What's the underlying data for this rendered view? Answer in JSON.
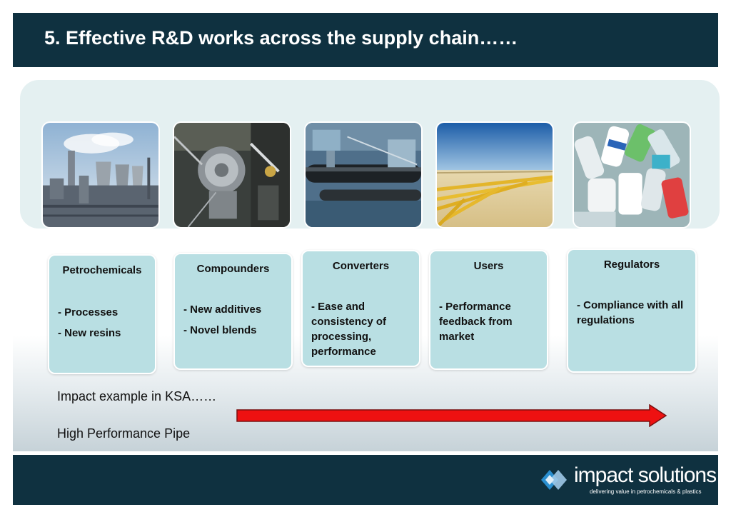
{
  "slide": {
    "title": "5. Effective R&D works across the supply chain……"
  },
  "photos": [
    {
      "icon": "refinery-photo-icon"
    },
    {
      "icon": "compounding-machine-photo-icon"
    },
    {
      "icon": "converter-rollers-photo-icon"
    },
    {
      "icon": "pipeline-photo-icon"
    },
    {
      "icon": "plastic-bottles-photo-icon"
    }
  ],
  "cards": [
    {
      "title": "Petrochemicals",
      "items": [
        "- Processes",
        "- New resins"
      ]
    },
    {
      "title": "Compounders",
      "items": [
        "- New additives",
        "- Novel blends"
      ]
    },
    {
      "title": "Converters",
      "items": [
        "- Ease and consistency of processing, performance"
      ]
    },
    {
      "title": "Users",
      "items": [
        "- Performance feedback from market"
      ]
    },
    {
      "title": "Regulators",
      "items": [
        "- Compliance with all regulations"
      ]
    }
  ],
  "impact": {
    "example_label": "Impact example in KSA……",
    "pipe_label": "High Performance Pipe",
    "arrow_icon": "right-arrow-icon"
  },
  "footer": {
    "logo_name": "impact solutions",
    "logo_tagline": "delivering value in petrochemicals & plastics"
  },
  "colors": {
    "header_bg": "#0f3140",
    "card_bg": "#b9dfe3",
    "arrow_red": "#ee1111",
    "logo_blue": "#2a8fd0"
  }
}
